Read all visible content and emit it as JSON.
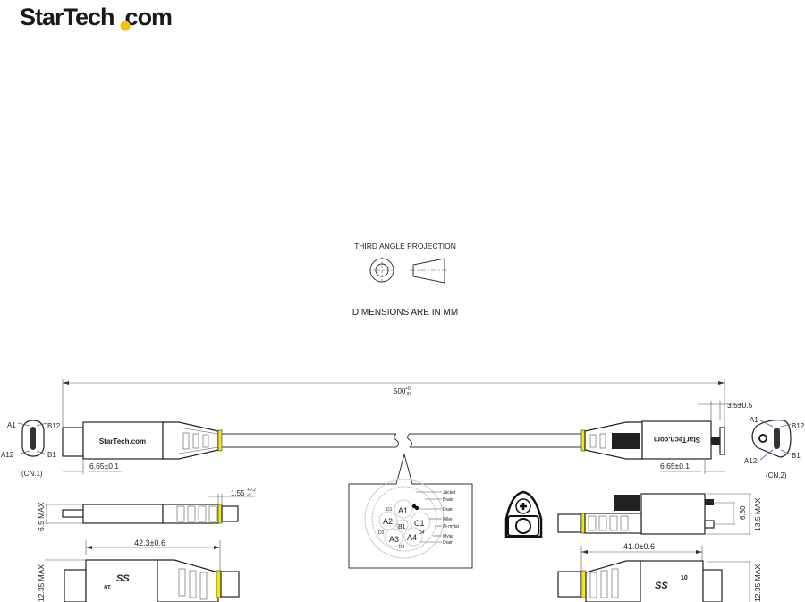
{
  "logo": {
    "text_left": "StarTech",
    "text_right": "com",
    "dot_color": "#f5c400"
  },
  "projection": {
    "title": "THIRD ANGLE PROJECTION",
    "note": "DIMENSIONS ARE IN MM"
  },
  "dimensions": {
    "length": "500",
    "length_tol_plus": "+0",
    "length_tol_minus": "-30",
    "screw_offset": "3.5±0.5",
    "plug_left": "6.65±0.1",
    "plug_right": "6.65±0.1",
    "thickness_left": "6.5 MAX",
    "relief_gap": "1.55",
    "relief_gap_tol_plus": "+0.2",
    "relief_gap_tol_minus": "-0",
    "length_left": "42.3±0.6",
    "width_left": "12.35 MAX",
    "screw_height": "6.80",
    "height_right": "13.5 MAX",
    "length_right": "41.0±0.6",
    "width_right": "12.35 MAX"
  },
  "connectors": {
    "cn1": {
      "label": "(CN.1)",
      "pins": [
        "A1",
        "B12",
        "A12",
        "B1"
      ]
    },
    "cn2": {
      "label": "(CN.2)",
      "pins": [
        "A1",
        "B12",
        "A12",
        "B1"
      ]
    },
    "brand": "StarTech.com",
    "ss_logo": "SS",
    "ss_speed": "10"
  },
  "cross_section": {
    "cores": [
      "A1",
      "A2",
      "B1",
      "C1",
      "A3",
      "A4"
    ],
    "fillers": [
      "D1",
      "D2",
      "D3",
      "D4"
    ],
    "legend": [
      "Jacket",
      "Braid",
      "Drain",
      "Filler",
      "Al-mylar",
      "Mylar",
      "Drain"
    ]
  },
  "colors": {
    "band": "#f2e51a",
    "pin_lines": "#3a6aa8"
  }
}
